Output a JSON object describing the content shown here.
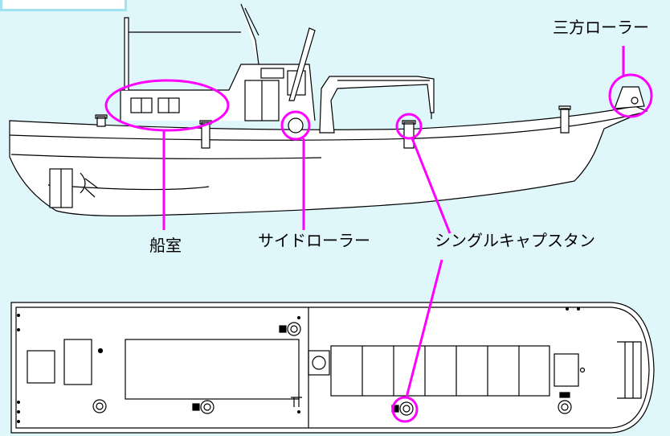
{
  "header": {
    "corner_label": ""
  },
  "labels": {
    "sanpou_roller": "三方ローラー",
    "senshitsu": "船室",
    "side_roller": "サイドローラー",
    "single_capstan": "シングルキャプスタン"
  },
  "colors": {
    "background": "#dff6fb",
    "highlight": "#ff00ff",
    "line": "#000000",
    "frame": "#9fe2f2"
  }
}
